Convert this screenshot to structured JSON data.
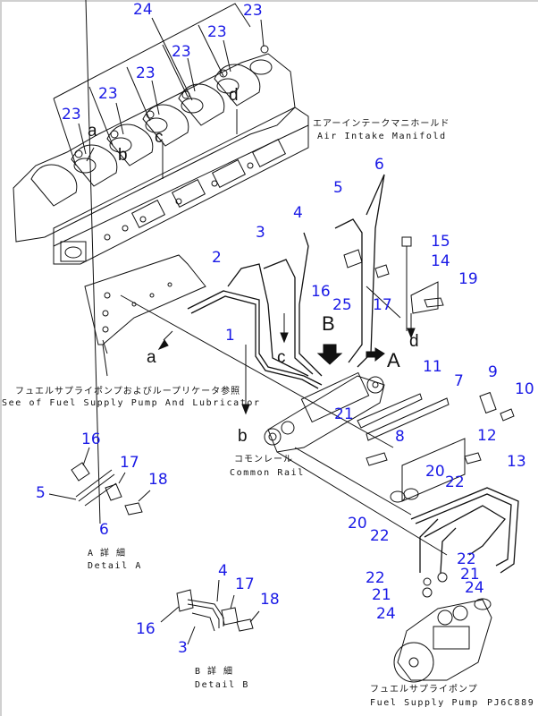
{
  "diagram": {
    "title_code": "PJ6C889",
    "part_callouts": [
      {
        "id": "c24",
        "label": "24"
      },
      {
        "id": "c23a",
        "label": "23"
      },
      {
        "id": "c23b",
        "label": "23"
      },
      {
        "id": "c23c",
        "label": "23"
      },
      {
        "id": "c23d",
        "label": "23"
      },
      {
        "id": "c23e",
        "label": "23"
      },
      {
        "id": "c23f",
        "label": "23"
      },
      {
        "id": "c6",
        "label": "6"
      },
      {
        "id": "c5",
        "label": "5"
      },
      {
        "id": "c4",
        "label": "4"
      },
      {
        "id": "c3",
        "label": "3"
      },
      {
        "id": "c2",
        "label": "2"
      },
      {
        "id": "c1",
        "label": "1"
      },
      {
        "id": "c15",
        "label": "15"
      },
      {
        "id": "c14",
        "label": "14"
      },
      {
        "id": "c19",
        "label": "19"
      },
      {
        "id": "c16",
        "label": "16"
      },
      {
        "id": "c25",
        "label": "25"
      },
      {
        "id": "c17",
        "label": "17"
      },
      {
        "id": "c11",
        "label": "11"
      },
      {
        "id": "c7",
        "label": "7"
      },
      {
        "id": "c9",
        "label": "9"
      },
      {
        "id": "c10",
        "label": "10"
      },
      {
        "id": "c21",
        "label": "21"
      },
      {
        "id": "c8",
        "label": "8"
      },
      {
        "id": "c12",
        "label": "12"
      },
      {
        "id": "c13",
        "label": "13"
      },
      {
        "id": "c20a",
        "label": "20"
      },
      {
        "id": "c22a",
        "label": "22"
      },
      {
        "id": "c20b",
        "label": "20"
      },
      {
        "id": "c22b",
        "label": "22"
      },
      {
        "id": "c22c",
        "label": "22"
      },
      {
        "id": "c21b",
        "label": "21"
      },
      {
        "id": "c22d",
        "label": "22"
      },
      {
        "id": "c24b",
        "label": "24"
      },
      {
        "id": "c21c",
        "label": "21"
      },
      {
        "id": "c24c",
        "label": "24"
      }
    ],
    "reference_letters": {
      "a_top": "a",
      "b_top": "b",
      "c_top": "c",
      "d_top": "d",
      "a_bottom": "a",
      "b_bottom": "b",
      "c_bottom": "c",
      "d_bottom": "d",
      "view_A": "A",
      "view_B": "B"
    },
    "captions": {
      "air_intake_jp": "エアーインテークマニホールド",
      "air_intake_en": "Air Intake Manifold",
      "see_fuel_jp": "フュエルサプライポンプおよびループリケータ参照",
      "see_fuel_en": "See of Fuel Supply Pump And Lubricator",
      "common_rail_jp": "コモンレール",
      "common_rail_en": "Common Rail",
      "fuel_pump_jp": "フュエルサプライポンプ",
      "fuel_pump_en": "Fuel Supply Pump",
      "detail_a_jp": "A 詳 細",
      "detail_a_en": "Detail A",
      "detail_b_jp": "B 詳 細",
      "detail_b_en": "Detail B"
    },
    "detail_a_callouts": [
      {
        "id": "da16",
        "label": "16"
      },
      {
        "id": "da17",
        "label": "17"
      },
      {
        "id": "da18",
        "label": "18"
      },
      {
        "id": "da5",
        "label": "5"
      },
      {
        "id": "da6",
        "label": "6"
      }
    ],
    "detail_b_callouts": [
      {
        "id": "db4",
        "label": "4"
      },
      {
        "id": "db17",
        "label": "17"
      },
      {
        "id": "db18",
        "label": "18"
      },
      {
        "id": "db16",
        "label": "16"
      },
      {
        "id": "db3",
        "label": "3"
      }
    ],
    "colors": {
      "callout": "#1a1ae6",
      "line": "#111111",
      "background": "#ffffff"
    }
  }
}
